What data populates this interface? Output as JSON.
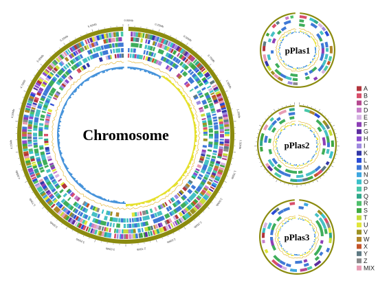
{
  "chromosome": {
    "title": "Chromosome",
    "scale_labels": [
      "0.00Mb",
      "0.25Mb",
      "0.50Mb",
      "0.75Mb",
      "1.00Mb",
      "1.25Mb",
      "1.50Mb",
      "1.75Mb",
      "2.00Mb",
      "2.25Mb",
      "2.50Mb",
      "2.75Mb",
      "3.00Mb",
      "3.25Mb",
      "3.50Mb",
      "3.75Mb",
      "4.00Mb",
      "4.25Mb",
      "4.50Mb",
      "4.75Mb",
      "5.00Mb",
      "5.25Mb",
      "5.50Mb"
    ]
  },
  "plasmids": [
    {
      "title": "pPlas1"
    },
    {
      "title": "pPlas2"
    },
    {
      "title": "pPlas3"
    }
  ],
  "legend": [
    {
      "code": "A",
      "color": "#b2343c"
    },
    {
      "code": "B",
      "color": "#d94f6b"
    },
    {
      "code": "C",
      "color": "#b5488f"
    },
    {
      "code": "D",
      "color": "#c77ec9"
    },
    {
      "code": "E",
      "color": "#d6b3e3"
    },
    {
      "code": "F",
      "color": "#8e3fb6"
    },
    {
      "code": "G",
      "color": "#5c2d9e"
    },
    {
      "code": "H",
      "color": "#8a4ccf"
    },
    {
      "code": "I",
      "color": "#9f8ae0"
    },
    {
      "code": "K",
      "color": "#3338a8"
    },
    {
      "code": "L",
      "color": "#2a4bd6"
    },
    {
      "code": "M",
      "color": "#3f78d8"
    },
    {
      "code": "N",
      "color": "#3ea7e0"
    },
    {
      "code": "O",
      "color": "#3ac0c9"
    },
    {
      "code": "P",
      "color": "#48c8a9"
    },
    {
      "code": "Q",
      "color": "#2fa889"
    },
    {
      "code": "R",
      "color": "#4fc06c"
    },
    {
      "code": "S",
      "color": "#3ea842"
    },
    {
      "code": "T",
      "color": "#c7dd3b"
    },
    {
      "code": "U",
      "color": "#e1e63a"
    },
    {
      "code": "V",
      "color": "#9c9222"
    },
    {
      "code": "W",
      "color": "#b0852a"
    },
    {
      "code": "X",
      "color": "#c4542a"
    },
    {
      "code": "Y",
      "color": "#5e7a84"
    },
    {
      "code": "Z",
      "color": "#8a8a8a"
    },
    {
      "code": "MIX",
      "color": "#e79cb4"
    }
  ],
  "colors": {
    "backbone": "#8b8b0f",
    "gc_content": "#e6b93c",
    "gc_skew_pos": "#e5df26",
    "gc_skew_neg": "#3f8fd9",
    "track_green": "#3fae5b",
    "track_blue": "#3f79d6",
    "track_cyan": "#46c0c4",
    "track_purple": "#8e3fb6"
  }
}
